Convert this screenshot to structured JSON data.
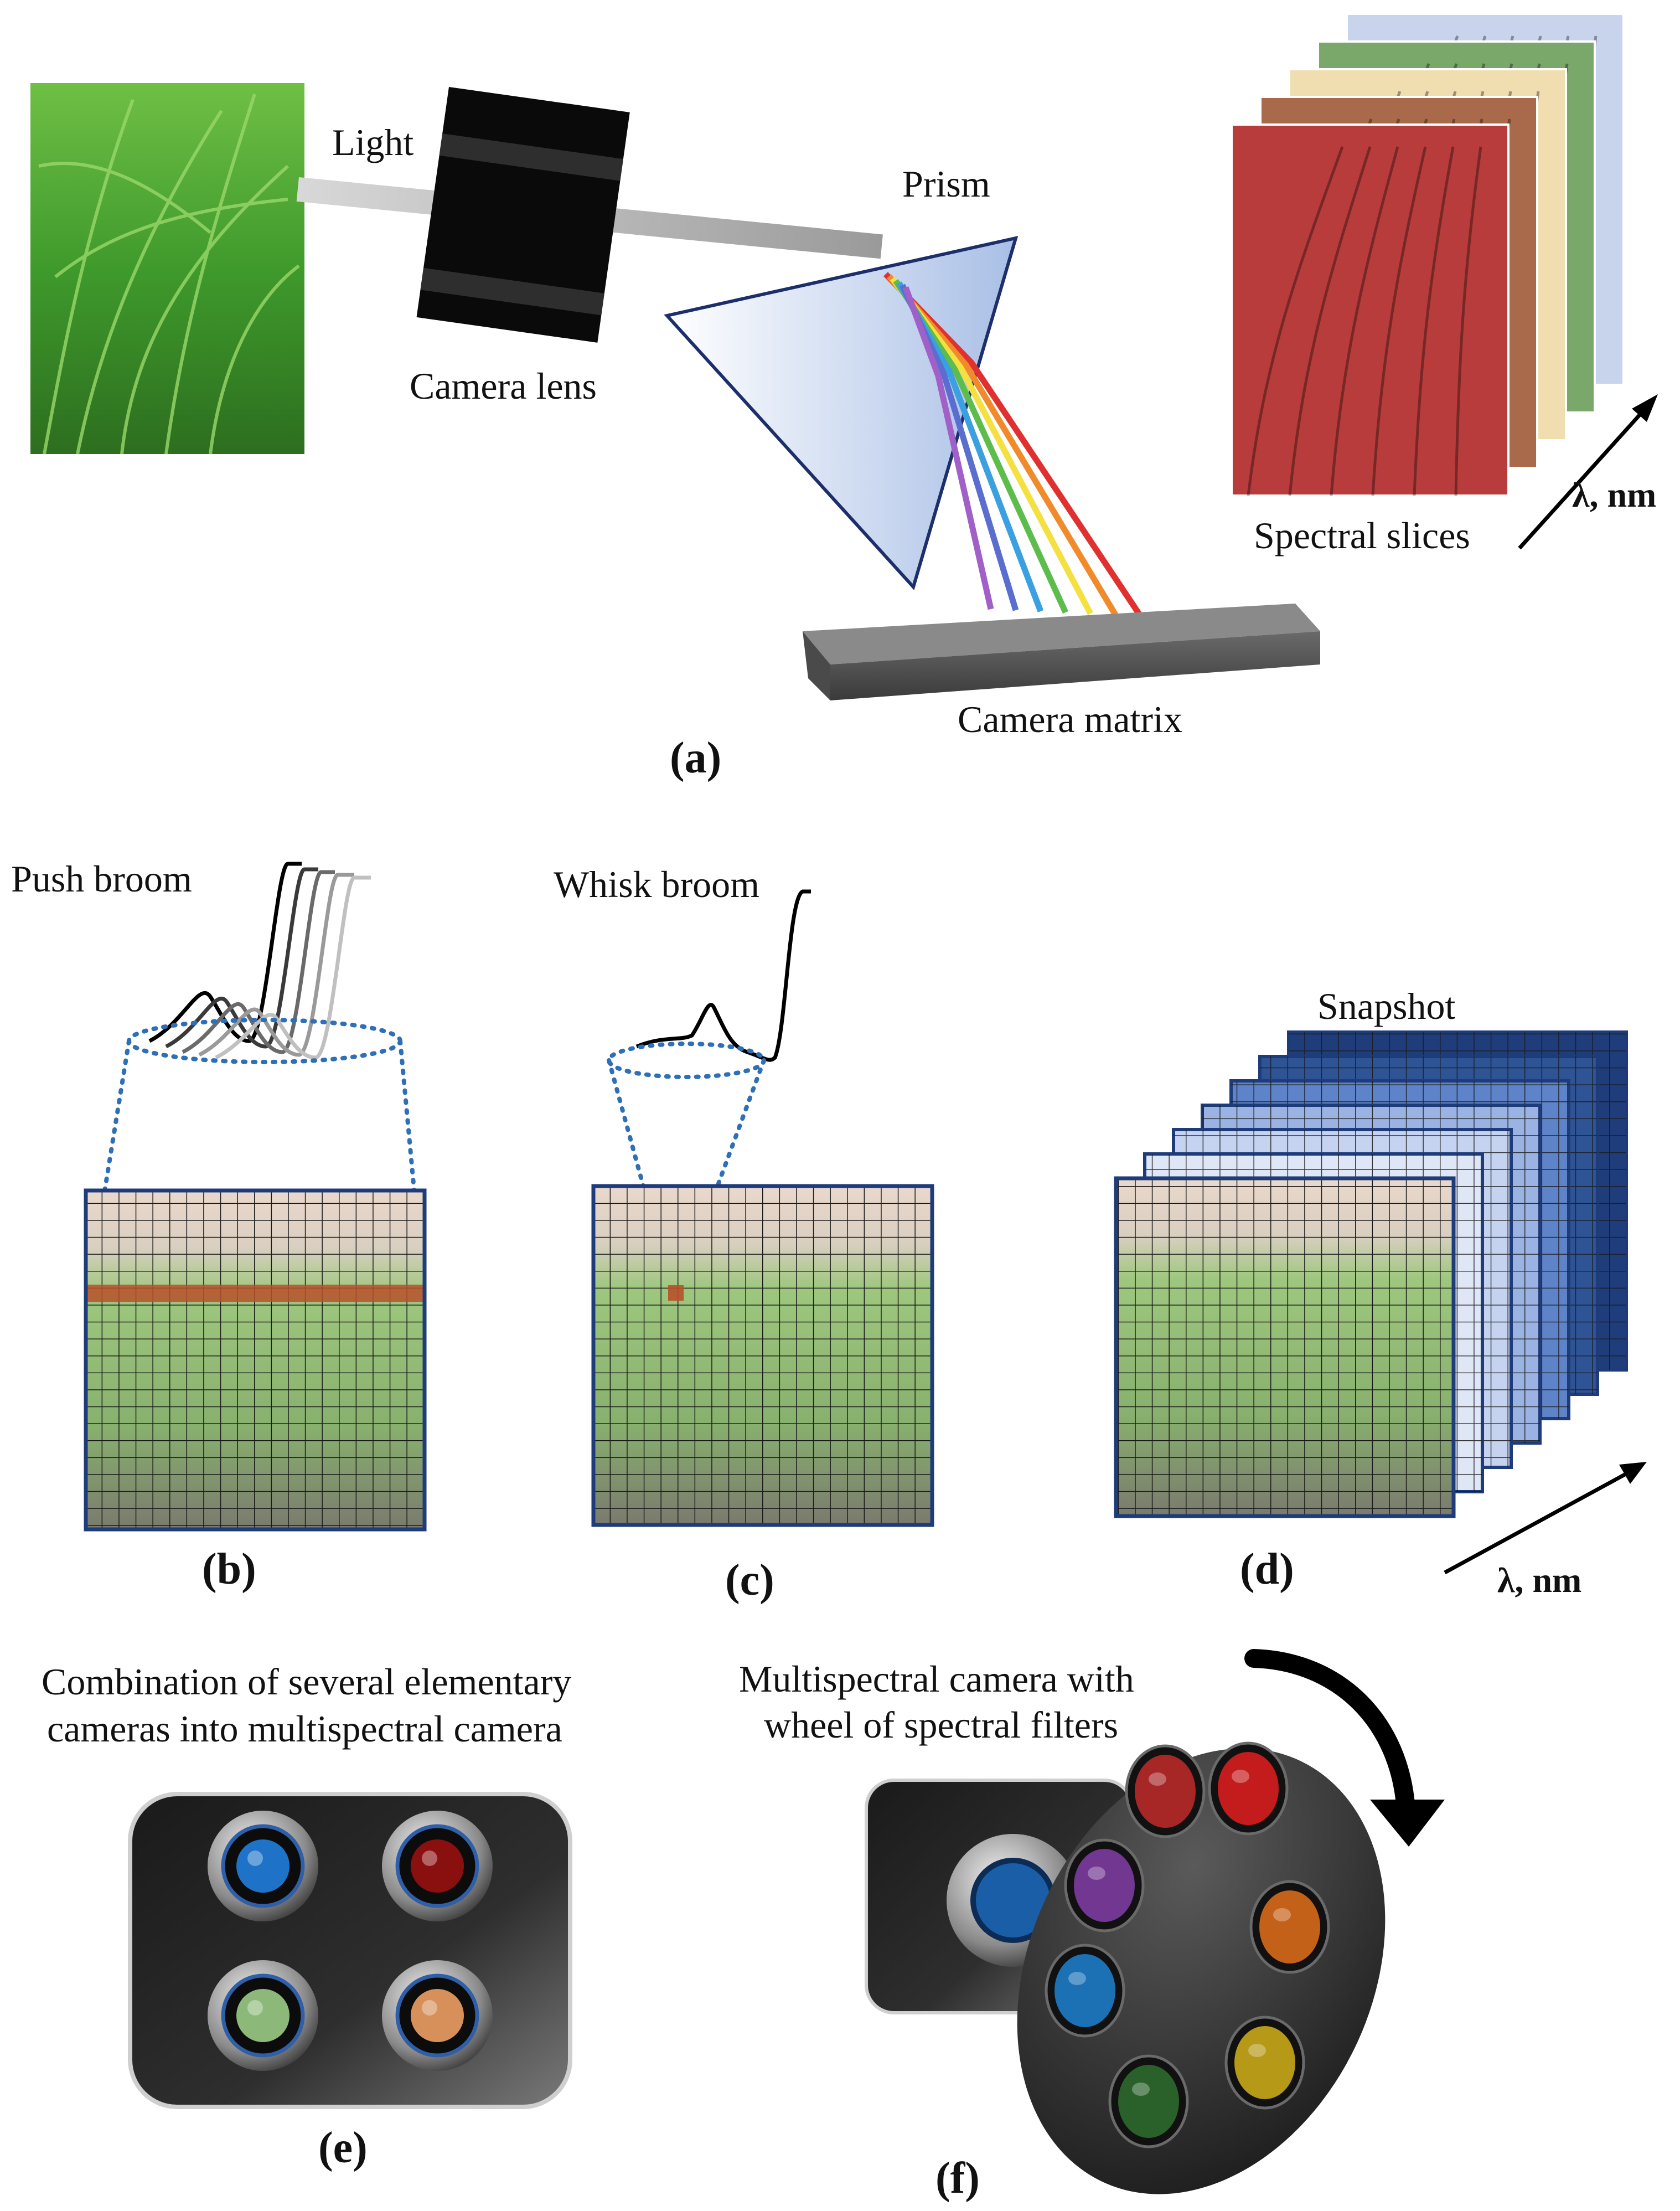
{
  "panel_a": {
    "light_label": "Light",
    "lens_label": "Camera lens",
    "prism_label": "Prism",
    "slices_label": "Spectral slices",
    "lambda_label": "λ, nm",
    "matrix_label": "Camera matrix",
    "caption": "(a)",
    "slice_colors": [
      "#c8d3ec",
      "#7aa86a",
      "#f0deb0",
      "#a86a4a",
      "#b83c3c"
    ],
    "spectrum_colors": [
      "#e03030",
      "#f08a2a",
      "#f4e040",
      "#5cbc4c",
      "#3aa0e0",
      "#5a6ed0",
      "#a060c8"
    ]
  },
  "panel_b": {
    "label": "Push broom",
    "caption": "(b)"
  },
  "panel_c": {
    "label": "Whisk broom",
    "caption": "(c)"
  },
  "panel_d": {
    "label": "Snapshot",
    "caption": "(d)",
    "lambda_label": "λ, nm",
    "layer_colors": [
      "#1f3d7a",
      "#2e5496",
      "#5f83c8",
      "#9bb3e3",
      "#c5d3f0",
      "#dfe6f6"
    ]
  },
  "panel_e": {
    "label_line1": "Combination of several elementary",
    "label_line2": "cameras into multispectral camera",
    "caption": "(e)",
    "lens_colors": [
      "#1e72c8",
      "#8a1010",
      "#8cb87a",
      "#d8905a"
    ]
  },
  "panel_f": {
    "label_line1": "Multispectral camera with",
    "label_line2": "wheel of spectral filters",
    "caption": "(f)",
    "filter_colors": [
      "#b82a2a",
      "#d81e1e",
      "#7c3ca0",
      "#d86a1a",
      "#1e7cc8",
      "#c8a818",
      "#2e6a2e"
    ]
  }
}
